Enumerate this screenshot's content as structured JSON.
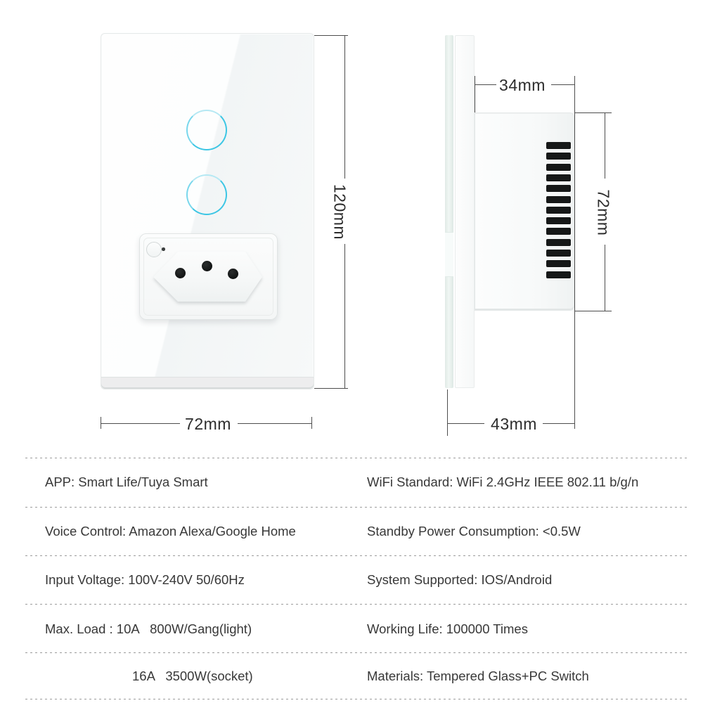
{
  "product_diagram": {
    "front_view": {
      "width_label": "72mm",
      "height_label": "120mm"
    },
    "side_view": {
      "top_depth_label": "34mm",
      "height_label": "72mm",
      "bottom_depth_label": "43mm"
    }
  },
  "specs": {
    "rows": [
      {
        "left": "APP: Smart Life/Tuya Smart",
        "right": "WiFi Standard: WiFi 2.4GHz IEEE 802.11 b/g/n"
      },
      {
        "left": "Voice Control: Amazon Alexa/Google Home",
        "right": "Standby Power Consumption: <0.5W"
      },
      {
        "left": "Input Voltage: 100V-240V 50/60Hz",
        "right": "System Supported: IOS/Android"
      },
      {
        "left": "Max. Load : 10A   800W/Gang(light)",
        "right": "Working Life: 100000 Times"
      },
      {
        "left": "16A   3500W(socket)",
        "right": "Materials: Tempered Glass+PC Switch"
      }
    ]
  },
  "colors": {
    "touch_ring": "#3cc6e4",
    "vent_slot": "#161818",
    "dimension_line": "#4d4d4d",
    "divider": "#9b9b9b",
    "text": "#383838"
  }
}
